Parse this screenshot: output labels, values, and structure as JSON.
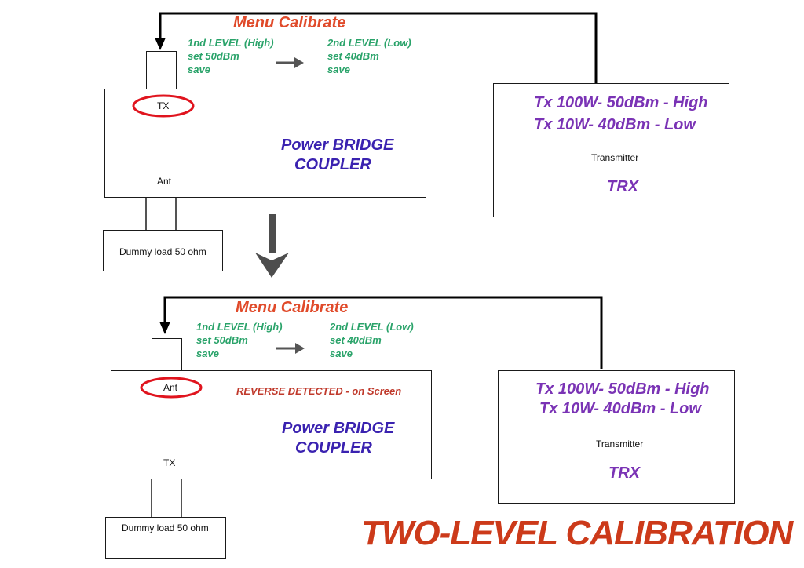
{
  "title": "TWO-LEVEL CALIBRATION",
  "colors": {
    "menu_title": "#e04a2a",
    "level_text": "#2aa36a",
    "coupler_text": "#3a22b0",
    "trx_text": "#7a33b5",
    "reverse_text": "#c0392b",
    "title_text": "#cc3a1a",
    "highlight_ellipse": "#e0141e"
  },
  "top_diagram": {
    "menu_title": "Menu Calibrate",
    "level1": {
      "heading": "1nd LEVEL (High)",
      "set": "set 50dBm",
      "action": "save"
    },
    "level2": {
      "heading": "2nd LEVEL (Low)",
      "set": "set 40dBm",
      "action": "save"
    },
    "coupler": {
      "line1": "Power BRIDGE",
      "line2": "COUPLER",
      "port_top": "TX",
      "port_bottom": "Ant"
    },
    "transmitter": {
      "line1": "Tx 100W- 50dBm - High",
      "line2": "Tx 10W- 40dBm - Low",
      "label": "Transmitter",
      "name": "TRX"
    },
    "dummy_load": "Dummy load 50 ohm"
  },
  "bottom_diagram": {
    "menu_title": "Menu Calibrate",
    "level1": {
      "heading": "1nd LEVEL (High)",
      "set": "set 50dBm",
      "action": "save"
    },
    "level2": {
      "heading": "2nd LEVEL (Low)",
      "set": "set 40dBm",
      "action": "save"
    },
    "coupler": {
      "line1": "Power BRIDGE",
      "line2": "COUPLER",
      "port_top": "Ant",
      "port_bottom": "TX",
      "status": "REVERSE DETECTED - on Screen"
    },
    "transmitter": {
      "line1": "Tx 100W- 50dBm - High",
      "line2": "Tx 10W- 40dBm - Low",
      "label": "Transmitter",
      "name": "TRX"
    },
    "dummy_load": "Dummy load 50 ohm"
  }
}
